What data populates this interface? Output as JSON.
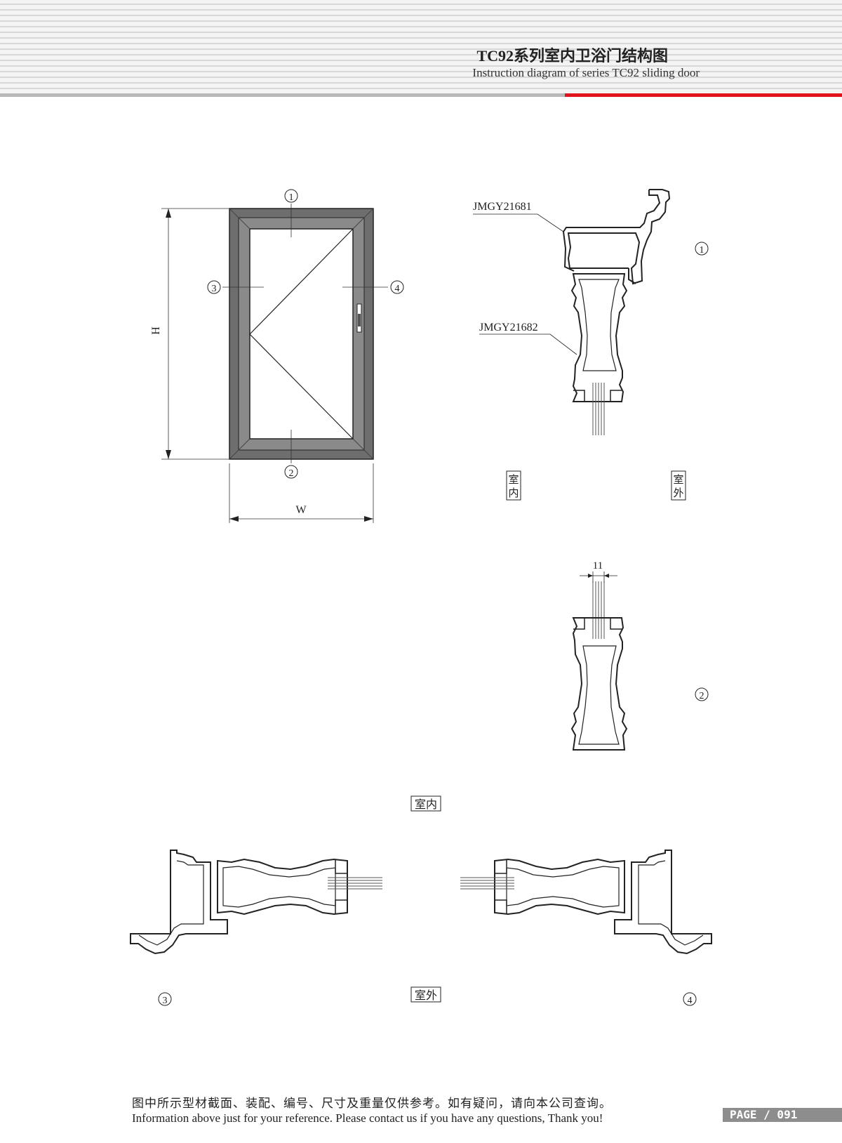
{
  "header": {
    "title": "TC92系列室内卫浴门结构图",
    "subtitle": "Instruction diagram of series TC92 sliding door",
    "accent_color": "#e0141c"
  },
  "elevation": {
    "height_label": "H",
    "width_label": "W",
    "markers": [
      "①",
      "②",
      "③",
      "④"
    ]
  },
  "section_1": {
    "marker": "①",
    "part_top": "JMGY21681",
    "part_bottom": "JMGY21682",
    "indoor": "室内",
    "outdoor": "室外"
  },
  "section_2": {
    "marker": "②",
    "glass_width": "11"
  },
  "section_34": {
    "indoor": "室内",
    "outdoor": "室外",
    "marker_left": "③",
    "marker_right": "④"
  },
  "footer": {
    "note_cn": "图中所示型材截面、装配、编号、尺寸及重量仅供参考。如有疑问，请向本公司查询。",
    "note_en": "Information above just for your reference. Please contact us if you have any questions, Thank you!",
    "page": "PAGE / 091"
  }
}
